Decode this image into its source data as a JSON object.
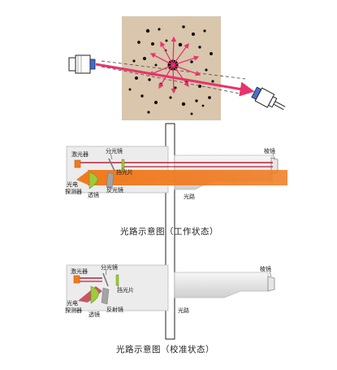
{
  "scatter_panel": {
    "colors": {
      "background": "#d9c6ad",
      "particle": "#111111",
      "beam": "#e8336b",
      "dashed": "#555555"
    }
  },
  "working_diagram": {
    "labels": {
      "laser": "激光器",
      "beam_splitter": "分光镜",
      "prism": "棱镜",
      "block_plate": "挡光片",
      "photo_detector_line1": "光电",
      "photo_detector_line2": "探测器",
      "lens": "透镜",
      "reflector": "反光镜",
      "light_path": "光路"
    },
    "caption": "光路示意图（工作状态）"
  },
  "calibration_diagram": {
    "labels": {
      "laser": "激光器",
      "beam_splitter": "分光镜",
      "prism": "棱镜",
      "block_plate": "挡光片",
      "photo_detector_line1": "光电",
      "photo_detector_line2": "探测器",
      "lens": "透镜",
      "reflector": "反射镜",
      "light_path": "光路"
    },
    "caption": "光路示意图（校准状态）"
  },
  "colors": {
    "beam_orange": "#f07a1e",
    "laser_red": "#b2243a",
    "lens_green": "#9ccc3a",
    "housing": "#ededed"
  }
}
